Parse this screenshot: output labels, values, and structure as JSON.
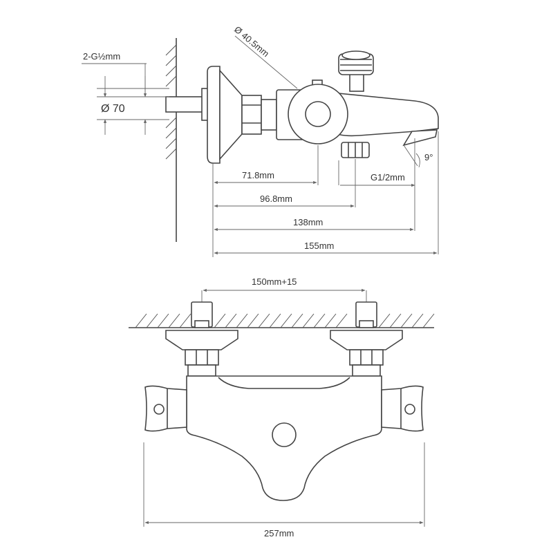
{
  "labels": {
    "thread_in": "2-G½mm",
    "diameter_70": "Ø 70",
    "diameter_405": "Ø 40.5mm",
    "d_718": "71.8mm",
    "d_968": "96.8mm",
    "d_138": "138mm",
    "d_155": "155mm",
    "thread_out": "G1/2mm",
    "angle": "9°",
    "center_dist": "150mm+15",
    "width": "257mm"
  },
  "colors": {
    "line": "#444444",
    "dim": "#666666",
    "bg": "#ffffff"
  }
}
